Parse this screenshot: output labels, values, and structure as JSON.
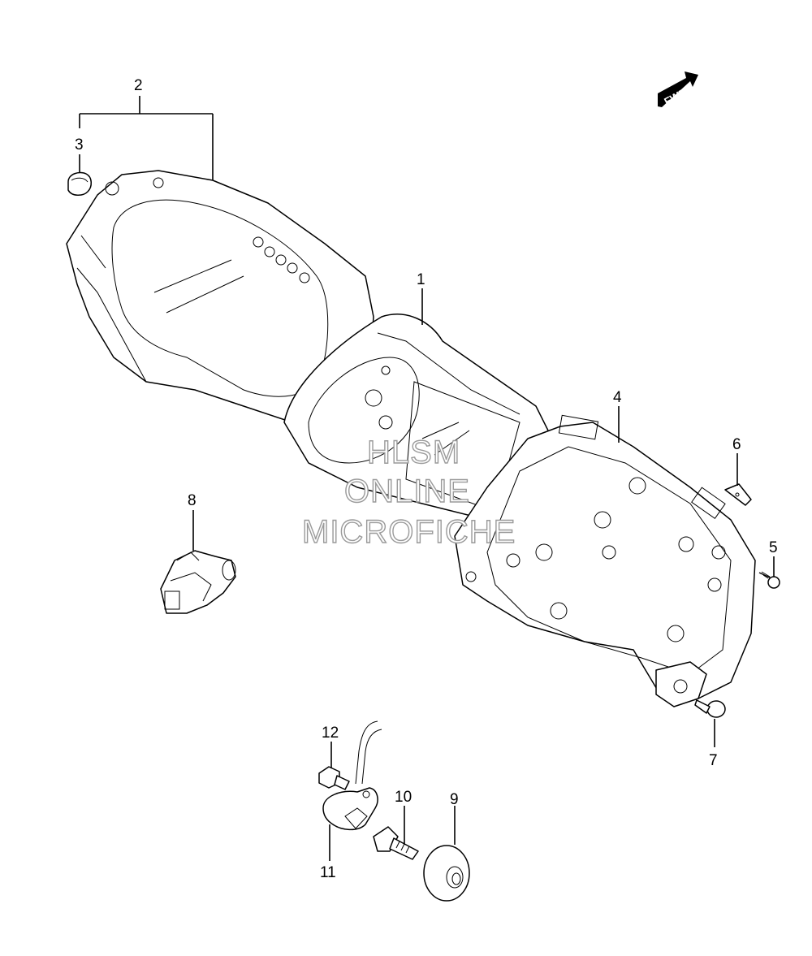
{
  "fwd_label": "FWD",
  "watermark": {
    "line1": "HLSM",
    "line2": "ONLINE",
    "line3": "MICROFICHE"
  },
  "callouts": [
    {
      "id": "1",
      "label": "1"
    },
    {
      "id": "2",
      "label": "2"
    },
    {
      "id": "3",
      "label": "3"
    },
    {
      "id": "4",
      "label": "4"
    },
    {
      "id": "5",
      "label": "5"
    },
    {
      "id": "6",
      "label": "6"
    },
    {
      "id": "7",
      "label": "7"
    },
    {
      "id": "8",
      "label": "8"
    },
    {
      "id": "9",
      "label": "9"
    },
    {
      "id": "10",
      "label": "10"
    },
    {
      "id": "11",
      "label": "11"
    },
    {
      "id": "12",
      "label": "12"
    }
  ]
}
